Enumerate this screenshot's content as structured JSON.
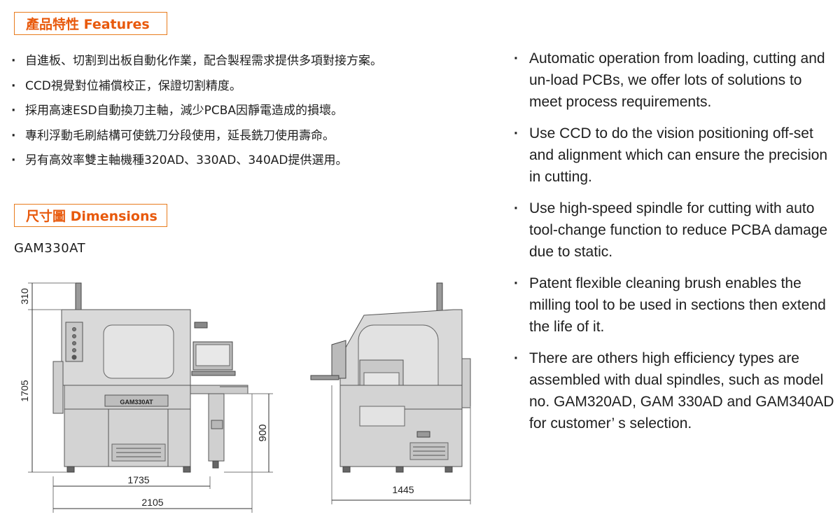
{
  "features": {
    "heading": "產品特性 Features",
    "zh_items": [
      "自進板、切割到出板自動化作業，配合製程需求提供多項對接方案。",
      "CCD視覺對位補償校正，保證切割精度。",
      "採用高速ESD自動換刀主軸，減少PCBA因靜電造成的損壞。",
      "專利浮動毛刷結構可使銑刀分段使用，延長銑刀使用壽命。",
      "另有高效率雙主軸機種320AD、330AD、340AD提供選用。"
    ],
    "en_items": [
      "Automatic operation from loading, cutting and un-load PCBs, we offer lots of solutions to meet process requirements.",
      "Use CCD to do the vision positioning off-set and alignment which can ensure the precision in cutting.",
      "Use high-speed spindle for cutting with auto tool-change function to reduce PCBA damage due to static.",
      "Patent flexible cleaning brush enables the milling tool to be used in sections then extend the life of it.",
      "There are others high efficiency types are assembled with dual spindles, such as model no. GAM320AD, GAM 330AD and GAM340AD for customer’ s selection."
    ]
  },
  "dimensions": {
    "heading": "尺寸圖 Dimensions",
    "model": "GAM330AT",
    "machine_label": "GAM330AT",
    "dim_top": "310",
    "dim_height": "1705",
    "dim_table": "900",
    "dim_body_width": "1735",
    "dim_total_width": "2105",
    "dim_depth": "1445"
  },
  "colors": {
    "accent": "#e8590c",
    "border": "#e87c1e"
  }
}
